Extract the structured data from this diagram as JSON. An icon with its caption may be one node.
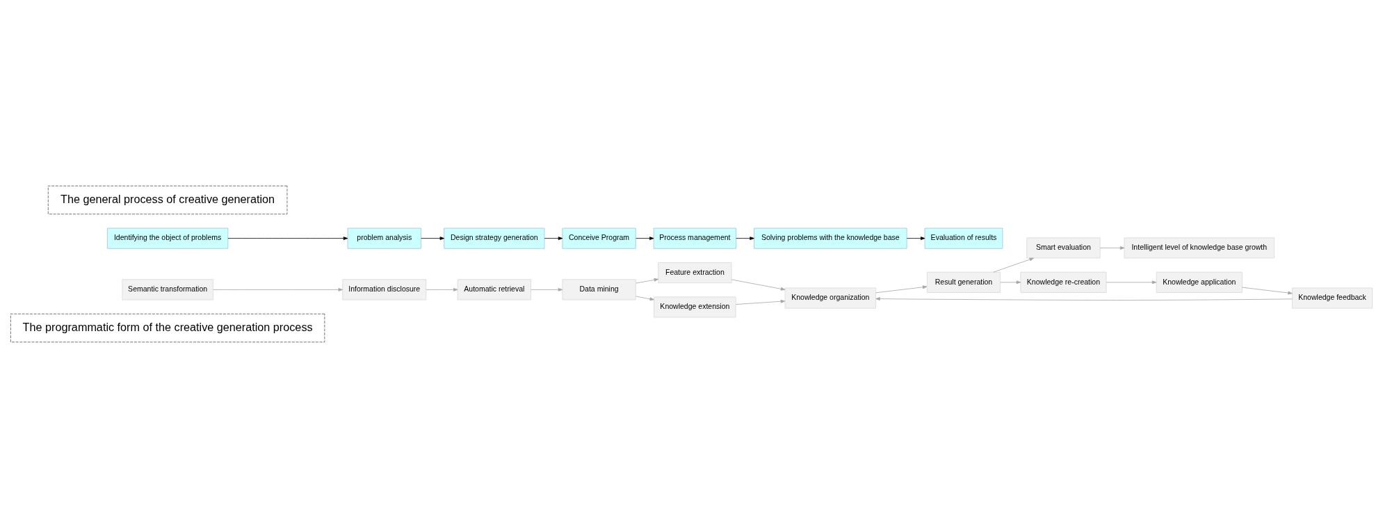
{
  "diagram": {
    "nodes": [
      {
        "text": [
          "The programmatic form of the creative generation process"
        ]
      },
      {
        "text": [
          "Intelligent level of knowledge base growth"
        ]
      },
      {
        "text": [
          "Smart evaluation"
        ]
      },
      {
        "text": [
          "Feature extraction"
        ]
      },
      {
        "text": [
          "Semantic transformation"
        ]
      },
      {
        "text": [
          "Information disclosure"
        ]
      },
      {
        "text": [
          "Automatic retrieval"
        ]
      },
      {
        "text": [
          "Data mining"
        ]
      },
      {
        "text": [
          "Knowledge organization"
        ]
      },
      {
        "text": [
          "Result generation"
        ]
      },
      {
        "text": [
          "Knowledge re-creation"
        ]
      },
      {
        "text": [
          "Knowledge application"
        ]
      },
      {
        "text": [
          "Knowledge extension"
        ]
      },
      {
        "text": [
          "Knowledge feedback"
        ]
      },
      {
        "text": [
          "Identifying the object of problems"
        ]
      },
      {
        "text": [
          "problem analysis"
        ]
      },
      {
        "text": [
          "Design strategy generation"
        ]
      },
      {
        "text": [
          "Conceive Program"
        ]
      },
      {
        "text": [
          "Process management"
        ]
      },
      {
        "text": [
          "Solving problems with the knowledge base"
        ]
      },
      {
        "text": [
          "Evaluation of results"
        ]
      },
      {
        "text": [
          "The general process of creative generation"
        ]
      }
    ],
    "edges": [
      {
        "from": 4,
        "to": 5,
        "arrow": "to"
      },
      {
        "from": 5,
        "to": 6,
        "arrow": "to"
      },
      {
        "from": 6,
        "to": 7,
        "arrow": "to"
      },
      {
        "from": 7,
        "to": 3,
        "arrow": "to"
      },
      {
        "from": 7,
        "to": 12,
        "arrow": "to"
      },
      {
        "from": 3,
        "to": 8,
        "arrow": "to"
      },
      {
        "from": 12,
        "to": 8,
        "arrow": "to"
      },
      {
        "from": 8,
        "to": 9,
        "arrow": "to"
      },
      {
        "from": 9,
        "to": 2,
        "arrow": "to"
      },
      {
        "from": 2,
        "to": 1,
        "arrow": "to"
      },
      {
        "from": 9,
        "to": 10,
        "arrow": "to"
      },
      {
        "from": 10,
        "to": 11,
        "arrow": "to"
      },
      {
        "from": 11,
        "to": 13,
        "arrow": "to"
      },
      {
        "from": 13,
        "to": 8,
        "arrow": "to"
      },
      {
        "from": 14,
        "to": 15,
        "arrow": "to",
        "color": "#000000"
      },
      {
        "from": 15,
        "to": 16,
        "arrow": "to",
        "color": "#000000"
      },
      {
        "from": 16,
        "to": 17,
        "arrow": "to",
        "color": "#000000"
      },
      {
        "from": 17,
        "to": 18,
        "arrow": "to",
        "color": "#000000"
      },
      {
        "from": 18,
        "to": 19,
        "arrow": "to",
        "color": "#000000"
      },
      {
        "from": 19,
        "to": 20,
        "arrow": "to",
        "color": "#000000"
      }
    ]
  }
}
